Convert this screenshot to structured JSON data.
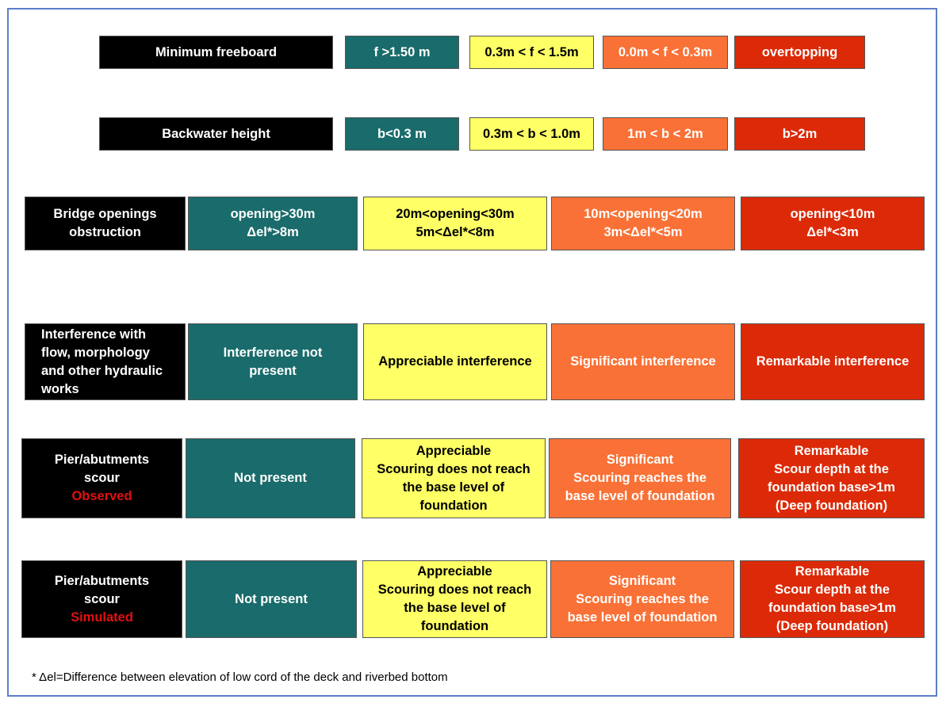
{
  "colors": {
    "label_bg": "#000000",
    "level_none": "#1a6b6b",
    "level_appreciable": "#ffff66",
    "level_significant": "#f97136",
    "level_remarkable": "#dc2a08",
    "accent_red_text": "#e01010",
    "border_blue": "#5b7fc9"
  },
  "rows": {
    "freeboard": {
      "label": "Minimum freeboard",
      "c0": "f >1.50 m",
      "c1": "0.3m < f < 1.5m",
      "c2": "0.0m < f < 0.3m",
      "c3": "overtopping"
    },
    "backwater": {
      "label": "Backwater height",
      "c0": "b<0.3 m",
      "c1": "0.3m < b < 1.0m",
      "c2": "1m < b < 2m",
      "c3": "b>2m"
    },
    "bridge": {
      "label": [
        "Bridge openings",
        "obstruction"
      ],
      "c0": [
        "opening>30m",
        "Δel*>8m"
      ],
      "c1": [
        "20m<opening<30m",
        "5m<Δel*<8m"
      ],
      "c2": [
        "10m<opening<20m",
        "3m<Δel*<5m"
      ],
      "c3": [
        "opening<10m",
        "Δel*<3m"
      ]
    },
    "interference": {
      "label": [
        "Interference with",
        "flow, morphology",
        "and other hydraulic",
        "works"
      ],
      "c0": [
        "Interference not",
        "present"
      ],
      "c1": "Appreciable interference",
      "c2": "Significant  interference",
      "c3": "Remarkable interference"
    },
    "scour_observed": {
      "label": [
        "Pier/abutments",
        "scour"
      ],
      "label_tag": "Observed",
      "c0": "Not present",
      "c1": [
        "Appreciable",
        "Scouring does not reach",
        "the base level of",
        "foundation"
      ],
      "c2": [
        "Significant",
        "Scouring reaches the",
        "base level of foundation"
      ],
      "c3": [
        "Remarkable",
        "Scour depth at the",
        "foundation base>1m",
        "(Deep foundation)"
      ]
    },
    "scour_simulated": {
      "label": [
        "Pier/abutments",
        "scour"
      ],
      "label_tag": "Simulated",
      "c0": "Not present",
      "c1": [
        "Appreciable",
        "Scouring does not reach",
        "the base level of",
        "foundation"
      ],
      "c2": [
        "Significant",
        "Scouring reaches the",
        "base level of foundation"
      ],
      "c3": [
        "Remarkable",
        "Scour depth at the",
        "foundation base>1m",
        "(Deep foundation)"
      ]
    }
  },
  "footnote": "* Δel=Difference between elevation of low cord of the deck and riverbed bottom"
}
